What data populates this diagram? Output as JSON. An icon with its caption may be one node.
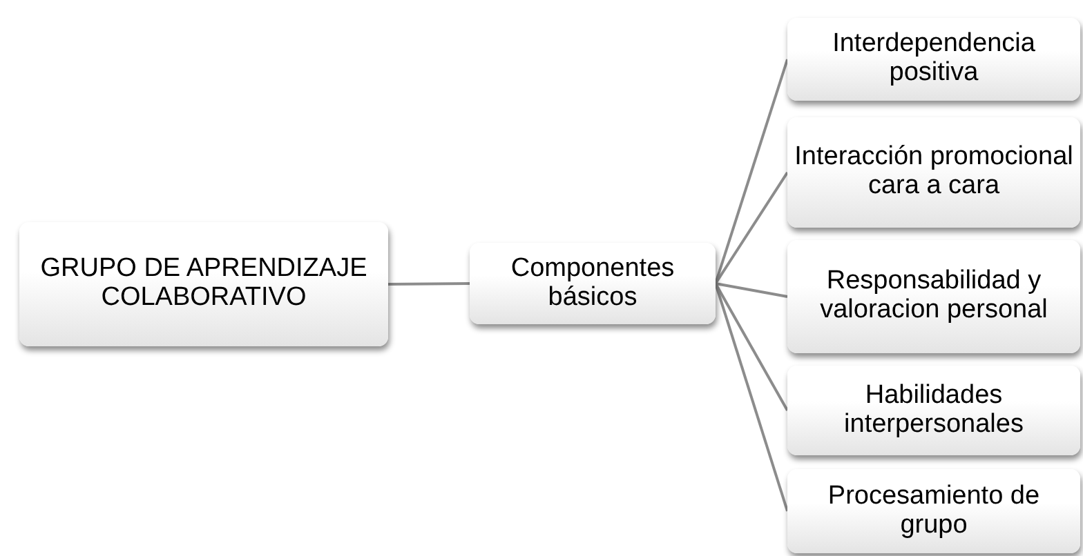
{
  "diagram": {
    "nodes": [
      {
        "text": [
          "GRUPO DE APRENDIZAJE COLABORATIVO"
        ]
      },
      {
        "text": [
          "Componentes básicos"
        ]
      },
      {
        "text": [
          "Interdependencia positiva"
        ]
      },
      {
        "text": [
          "Interacción promocional cara a cara"
        ]
      },
      {
        "text": [
          "Responsabilidad y valoracion personal"
        ]
      },
      {
        "text": [
          "Habilidades interpersonales"
        ]
      },
      {
        "text": [
          "Procesamiento de grupo"
        ]
      }
    ],
    "edges": [
      {
        "from": 0,
        "to": 1,
        "arrow": "none"
      },
      {
        "from": 1,
        "to": 2,
        "arrow": "none"
      },
      {
        "from": 1,
        "to": 3,
        "arrow": "none"
      },
      {
        "from": 1,
        "to": 4,
        "arrow": "none"
      },
      {
        "from": 1,
        "to": 5,
        "arrow": "none"
      },
      {
        "from": 1,
        "to": 6,
        "arrow": "none"
      }
    ]
  }
}
